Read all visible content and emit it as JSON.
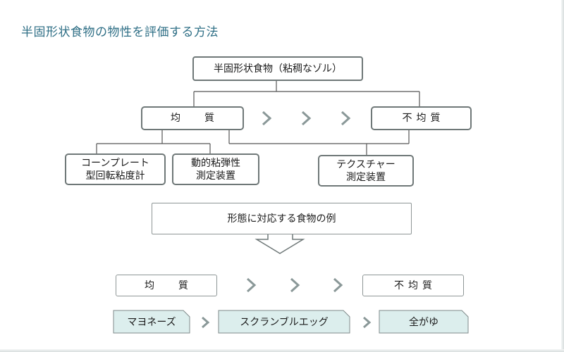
{
  "title": "半固形状食物の物性を評価する方法",
  "top_node": "半固形状食物（粘稠なゾル）",
  "branches": {
    "homogeneous": "均　質",
    "heterogeneous": "不均質"
  },
  "instruments": {
    "cone_plate": "コーンプレート\n型回転粘度計",
    "dynamic_viscoelastic": "動的粘弾性\n測定装置",
    "texture": "テクスチャー\n測定装置"
  },
  "examples_header": "形態に対応する食物の例",
  "bottom_branches": {
    "homogeneous": "均　質",
    "heterogeneous": "不均質"
  },
  "examples": [
    "マヨネーズ",
    "スクランブルエッグ",
    "全がゆ"
  ],
  "colors": {
    "title": "#2f6f86",
    "border": "#6f7878",
    "chevron": "#8a9898",
    "tag_fill": "#dceeed",
    "line": "#555555"
  }
}
